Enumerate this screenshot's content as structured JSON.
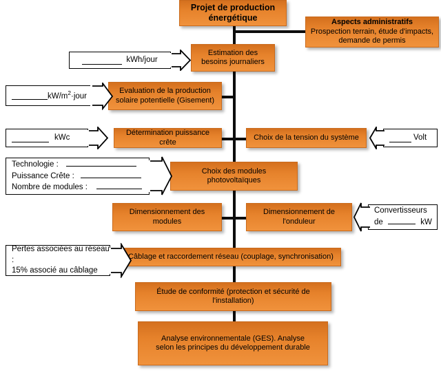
{
  "diagram": {
    "title": "Projet de production énergétique",
    "accent_color": "#ED8B2E",
    "accent_dark": "#D4701E",
    "line_color": "#0D0D0D",
    "callout_border": "#000000"
  },
  "nodes": {
    "project": {
      "label": "Projet de production énergétique"
    },
    "admin": {
      "title": "Aspects administratifs",
      "subtitle": "Prospection terrain, étude d'impacts, demande de permis"
    },
    "besoins": {
      "label": "Estimation des besoins journaliers"
    },
    "gisement": {
      "label": "Evaluation de la production solaire potentielle (Gisement)"
    },
    "puissance_crete": {
      "label": "Détermination puissance crête"
    },
    "tension": {
      "label": "Choix de la tension du système"
    },
    "modules_choix": {
      "label": "Choix des modules photovoltaïques"
    },
    "dim_modules": {
      "label": "Dimensionnement des modules"
    },
    "dim_onduleur": {
      "label": "Dimensionnement de l'onduleur"
    },
    "cablage": {
      "label": "Câblage et raccordement réseau (couplage, synchronisation)"
    },
    "conformite": {
      "label": "Étude de conformité (protection et sécurité de l'installation)"
    },
    "environnement": {
      "label": "Analyse environnementale (GES). Analyse selon les principes du développement durable"
    }
  },
  "callouts": {
    "kwh_jour": {
      "unit": "kWh/jour",
      "value": ""
    },
    "kw_m2_jour": {
      "unit_prefix": "kW/m",
      "unit_exp": "2",
      "unit_suffix": "·jour",
      "value": ""
    },
    "kwc": {
      "unit": "kWc",
      "value": ""
    },
    "volt": {
      "unit": "Volt",
      "value": ""
    },
    "module_specs": {
      "lines": [
        {
          "label": "Technologie :",
          "value": ""
        },
        {
          "label": "Puissance Crête :",
          "value": ""
        },
        {
          "label": "Nombre de modules :",
          "value": ""
        }
      ]
    },
    "convertisseurs": {
      "line1": "Convertisseurs",
      "line2_prefix": "de",
      "line2_suffix": "kW",
      "value": ""
    },
    "pertes": {
      "line1": "Pertes associées au réseau :",
      "line2": "15% associé au câblage"
    }
  }
}
